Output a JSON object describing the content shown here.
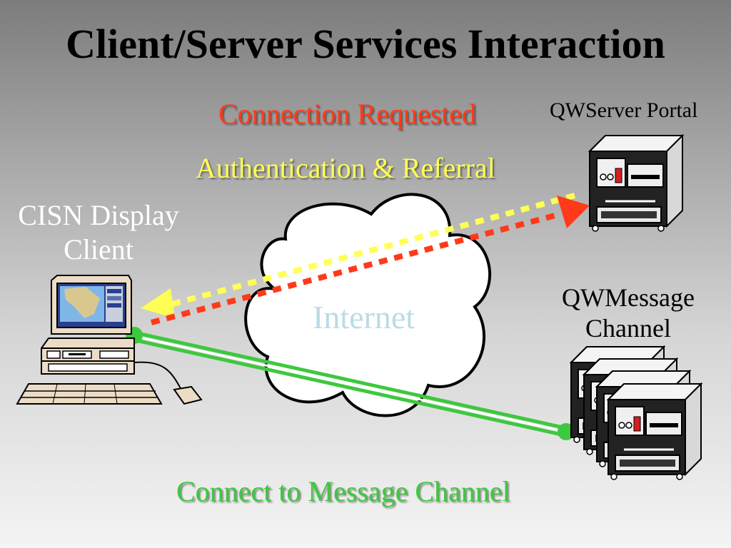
{
  "title": "Client/Server Services Interaction",
  "labels": {
    "connection_requested": "Connection Requested",
    "authentication_referral": "Authentication & Referral",
    "connect_to_message_channel": "Connect to Message Channel",
    "client_line1": "CISN Display",
    "client_line2": "Client",
    "portal": "QWServer Portal",
    "channel_line1": "QWMessage",
    "channel_line2": "Channel",
    "internet": "Internet"
  },
  "colors": {
    "connection_requested": "#ff3a1a",
    "authentication_referral": "#ffff55",
    "connect_to_message_channel": "#3ec83e"
  }
}
